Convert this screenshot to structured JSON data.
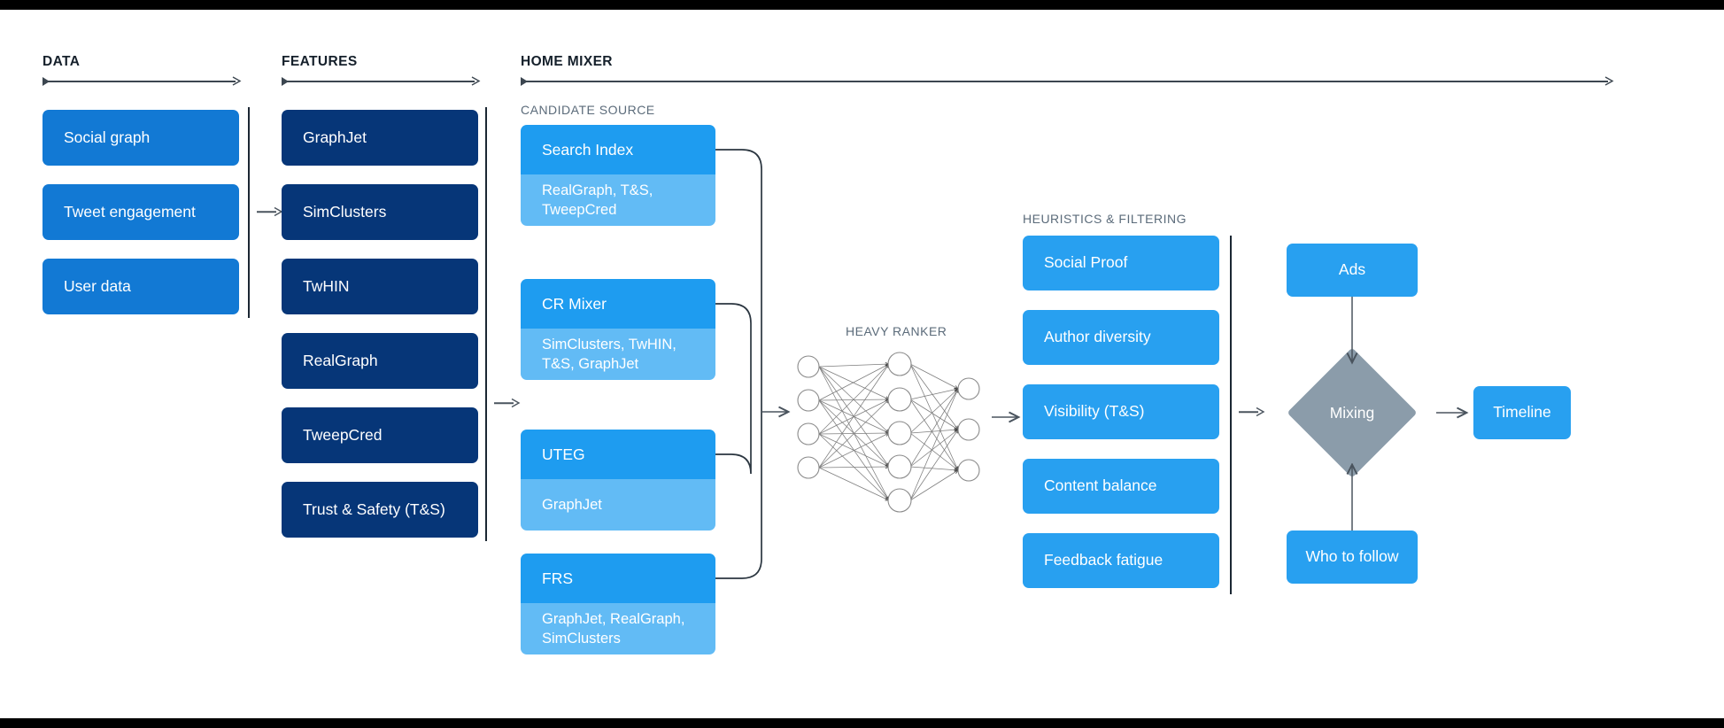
{
  "columns": {
    "data": {
      "title": "DATA"
    },
    "features": {
      "title": "FEATURES"
    },
    "home_mixer": {
      "title": "HOME MIXER"
    }
  },
  "sections": {
    "candidate_source": {
      "title": "CANDIDATE SOURCE"
    },
    "heavy_ranker": {
      "title": "HEAVY RANKER"
    },
    "heuristics": {
      "title": "HEURISTICS & FILTERING"
    }
  },
  "data_boxes": [
    {
      "label": "Social graph"
    },
    {
      "label": "Tweet engagement"
    },
    {
      "label": "User data"
    }
  ],
  "feature_boxes": [
    {
      "label": "GraphJet"
    },
    {
      "label": "SimClusters"
    },
    {
      "label": "TwHIN"
    },
    {
      "label": "RealGraph"
    },
    {
      "label": "TweepCred"
    },
    {
      "label": "Trust & Safety (T&S)"
    }
  ],
  "candidate_sources": [
    {
      "name": "Search Index",
      "features": "RealGraph, T&S, TweepCred"
    },
    {
      "name": "CR Mixer",
      "features": "SimClusters, TwHIN, T&S, GraphJet"
    },
    {
      "name": "UTEG",
      "features": "GraphJet"
    },
    {
      "name": "FRS",
      "features": "GraphJet, RealGraph, SimClusters"
    }
  ],
  "heuristic_boxes": [
    {
      "label": "Social Proof"
    },
    {
      "label": "Author diversity"
    },
    {
      "label": "Visibility (T&S)"
    },
    {
      "label": "Content balance"
    },
    {
      "label": "Feedback fatigue"
    }
  ],
  "output": {
    "ads": "Ads",
    "mixing": "Mixing",
    "timeline": "Timeline",
    "who_to_follow": "Who to follow"
  },
  "neural_net": {
    "input_nodes": 4,
    "hidden_nodes": 5,
    "output_nodes": 3
  },
  "colors": {
    "data_blue": "#1279d4",
    "feature_navy": "#063678",
    "source_head": "#1e9cf0",
    "source_body": "#62bbf5",
    "heuristic_blue": "#28a0f0",
    "mixing_grey": "#8b9caa",
    "rule_dark": "#1b2733",
    "label_grey": "#5b6b7a"
  }
}
